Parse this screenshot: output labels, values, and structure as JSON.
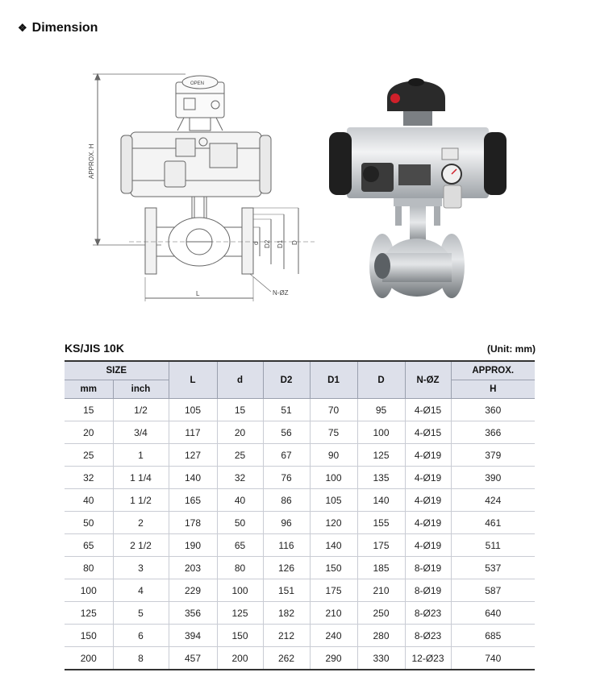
{
  "section": {
    "bullet": "❖",
    "title": "Dimension"
  },
  "drawing": {
    "labels": {
      "height": "APPROX. H",
      "length": "L",
      "d": "d",
      "d2": "D2",
      "d1": "D1",
      "D": "D",
      "holes": "N-ØZ",
      "badge": "OPEN"
    }
  },
  "table": {
    "standard": "KS/JIS 10K",
    "unit": "(Unit: mm)",
    "headers": {
      "size": "SIZE",
      "mm": "mm",
      "inch": "inch",
      "L": "L",
      "d": "d",
      "D2": "D2",
      "D1": "D1",
      "D": "D",
      "NZ": "N-ØZ",
      "approx": "APPROX.",
      "H": "H"
    },
    "rows": [
      [
        "15",
        "1/2",
        "105",
        "15",
        "51",
        "70",
        "95",
        "4-Ø15",
        "360"
      ],
      [
        "20",
        "3/4",
        "117",
        "20",
        "56",
        "75",
        "100",
        "4-Ø15",
        "366"
      ],
      [
        "25",
        "1",
        "127",
        "25",
        "67",
        "90",
        "125",
        "4-Ø19",
        "379"
      ],
      [
        "32",
        "1 1/4",
        "140",
        "32",
        "76",
        "100",
        "135",
        "4-Ø19",
        "390"
      ],
      [
        "40",
        "1 1/2",
        "165",
        "40",
        "86",
        "105",
        "140",
        "4-Ø19",
        "424"
      ],
      [
        "50",
        "2",
        "178",
        "50",
        "96",
        "120",
        "155",
        "4-Ø19",
        "461"
      ],
      [
        "65",
        "2 1/2",
        "190",
        "65",
        "116",
        "140",
        "175",
        "4-Ø19",
        "511"
      ],
      [
        "80",
        "3",
        "203",
        "80",
        "126",
        "150",
        "185",
        "8-Ø19",
        "537"
      ],
      [
        "100",
        "4",
        "229",
        "100",
        "151",
        "175",
        "210",
        "8-Ø19",
        "587"
      ],
      [
        "125",
        "5",
        "356",
        "125",
        "182",
        "210",
        "250",
        "8-Ø23",
        "640"
      ],
      [
        "150",
        "6",
        "394",
        "150",
        "212",
        "240",
        "280",
        "8-Ø23",
        "685"
      ],
      [
        "200",
        "8",
        "457",
        "200",
        "262",
        "290",
        "330",
        "12-Ø23",
        "740"
      ]
    ]
  },
  "colors": {
    "header_bg": "#dde0ea",
    "rule": "#333333",
    "actuator_cap": "#1a1a1a",
    "flange": "#8a8e93"
  }
}
